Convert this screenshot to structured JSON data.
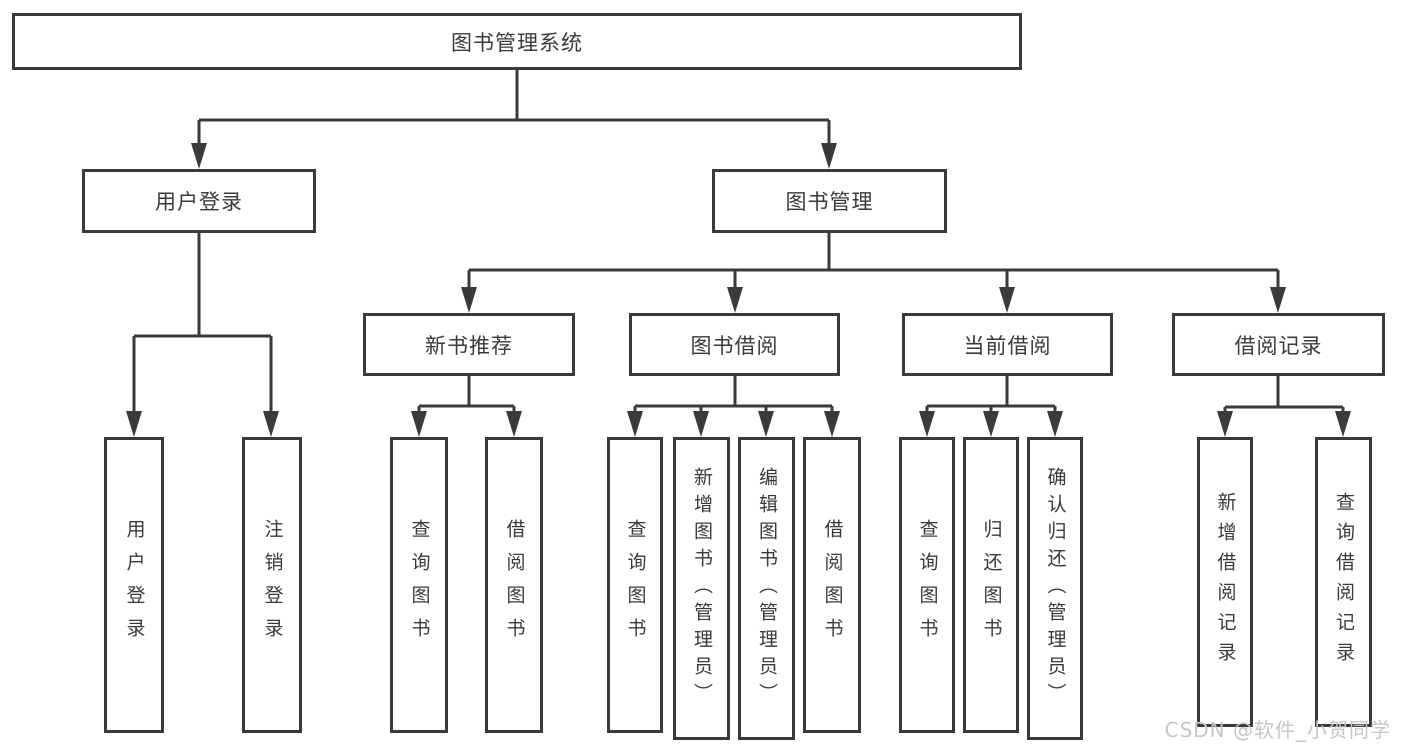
{
  "diagram": {
    "type": "hierarchy",
    "colors": {
      "line": "#3a3a3a",
      "text": "#3a3a3a",
      "box_fill": "#ffffff",
      "background": "#ffffff",
      "watermark": "#c6c6c6"
    },
    "tree": {
      "label": "图书管理系统",
      "children": [
        {
          "label": "用户登录",
          "children": [
            {
              "label": "用户登录"
            },
            {
              "label": "注销登录"
            }
          ]
        },
        {
          "label": "图书管理",
          "children": [
            {
              "label": "新书推荐",
              "children": [
                {
                  "label": "查询图书"
                },
                {
                  "label": "借阅图书"
                }
              ]
            },
            {
              "label": "图书借阅",
              "children": [
                {
                  "label": "查询图书"
                },
                {
                  "label": "新增图书（管理员）"
                },
                {
                  "label": "编辑图书（管理员）"
                },
                {
                  "label": "借阅图书"
                }
              ]
            },
            {
              "label": "当前借阅",
              "children": [
                {
                  "label": "查询图书"
                },
                {
                  "label": "归还图书"
                },
                {
                  "label": "确认归还（管理员）"
                }
              ]
            },
            {
              "label": "借阅记录",
              "children": [
                {
                  "label": "新增借阅记录"
                },
                {
                  "label": "查询借阅记录"
                }
              ]
            }
          ]
        }
      ]
    },
    "watermark": "CSDN @软件_小贺同学"
  }
}
